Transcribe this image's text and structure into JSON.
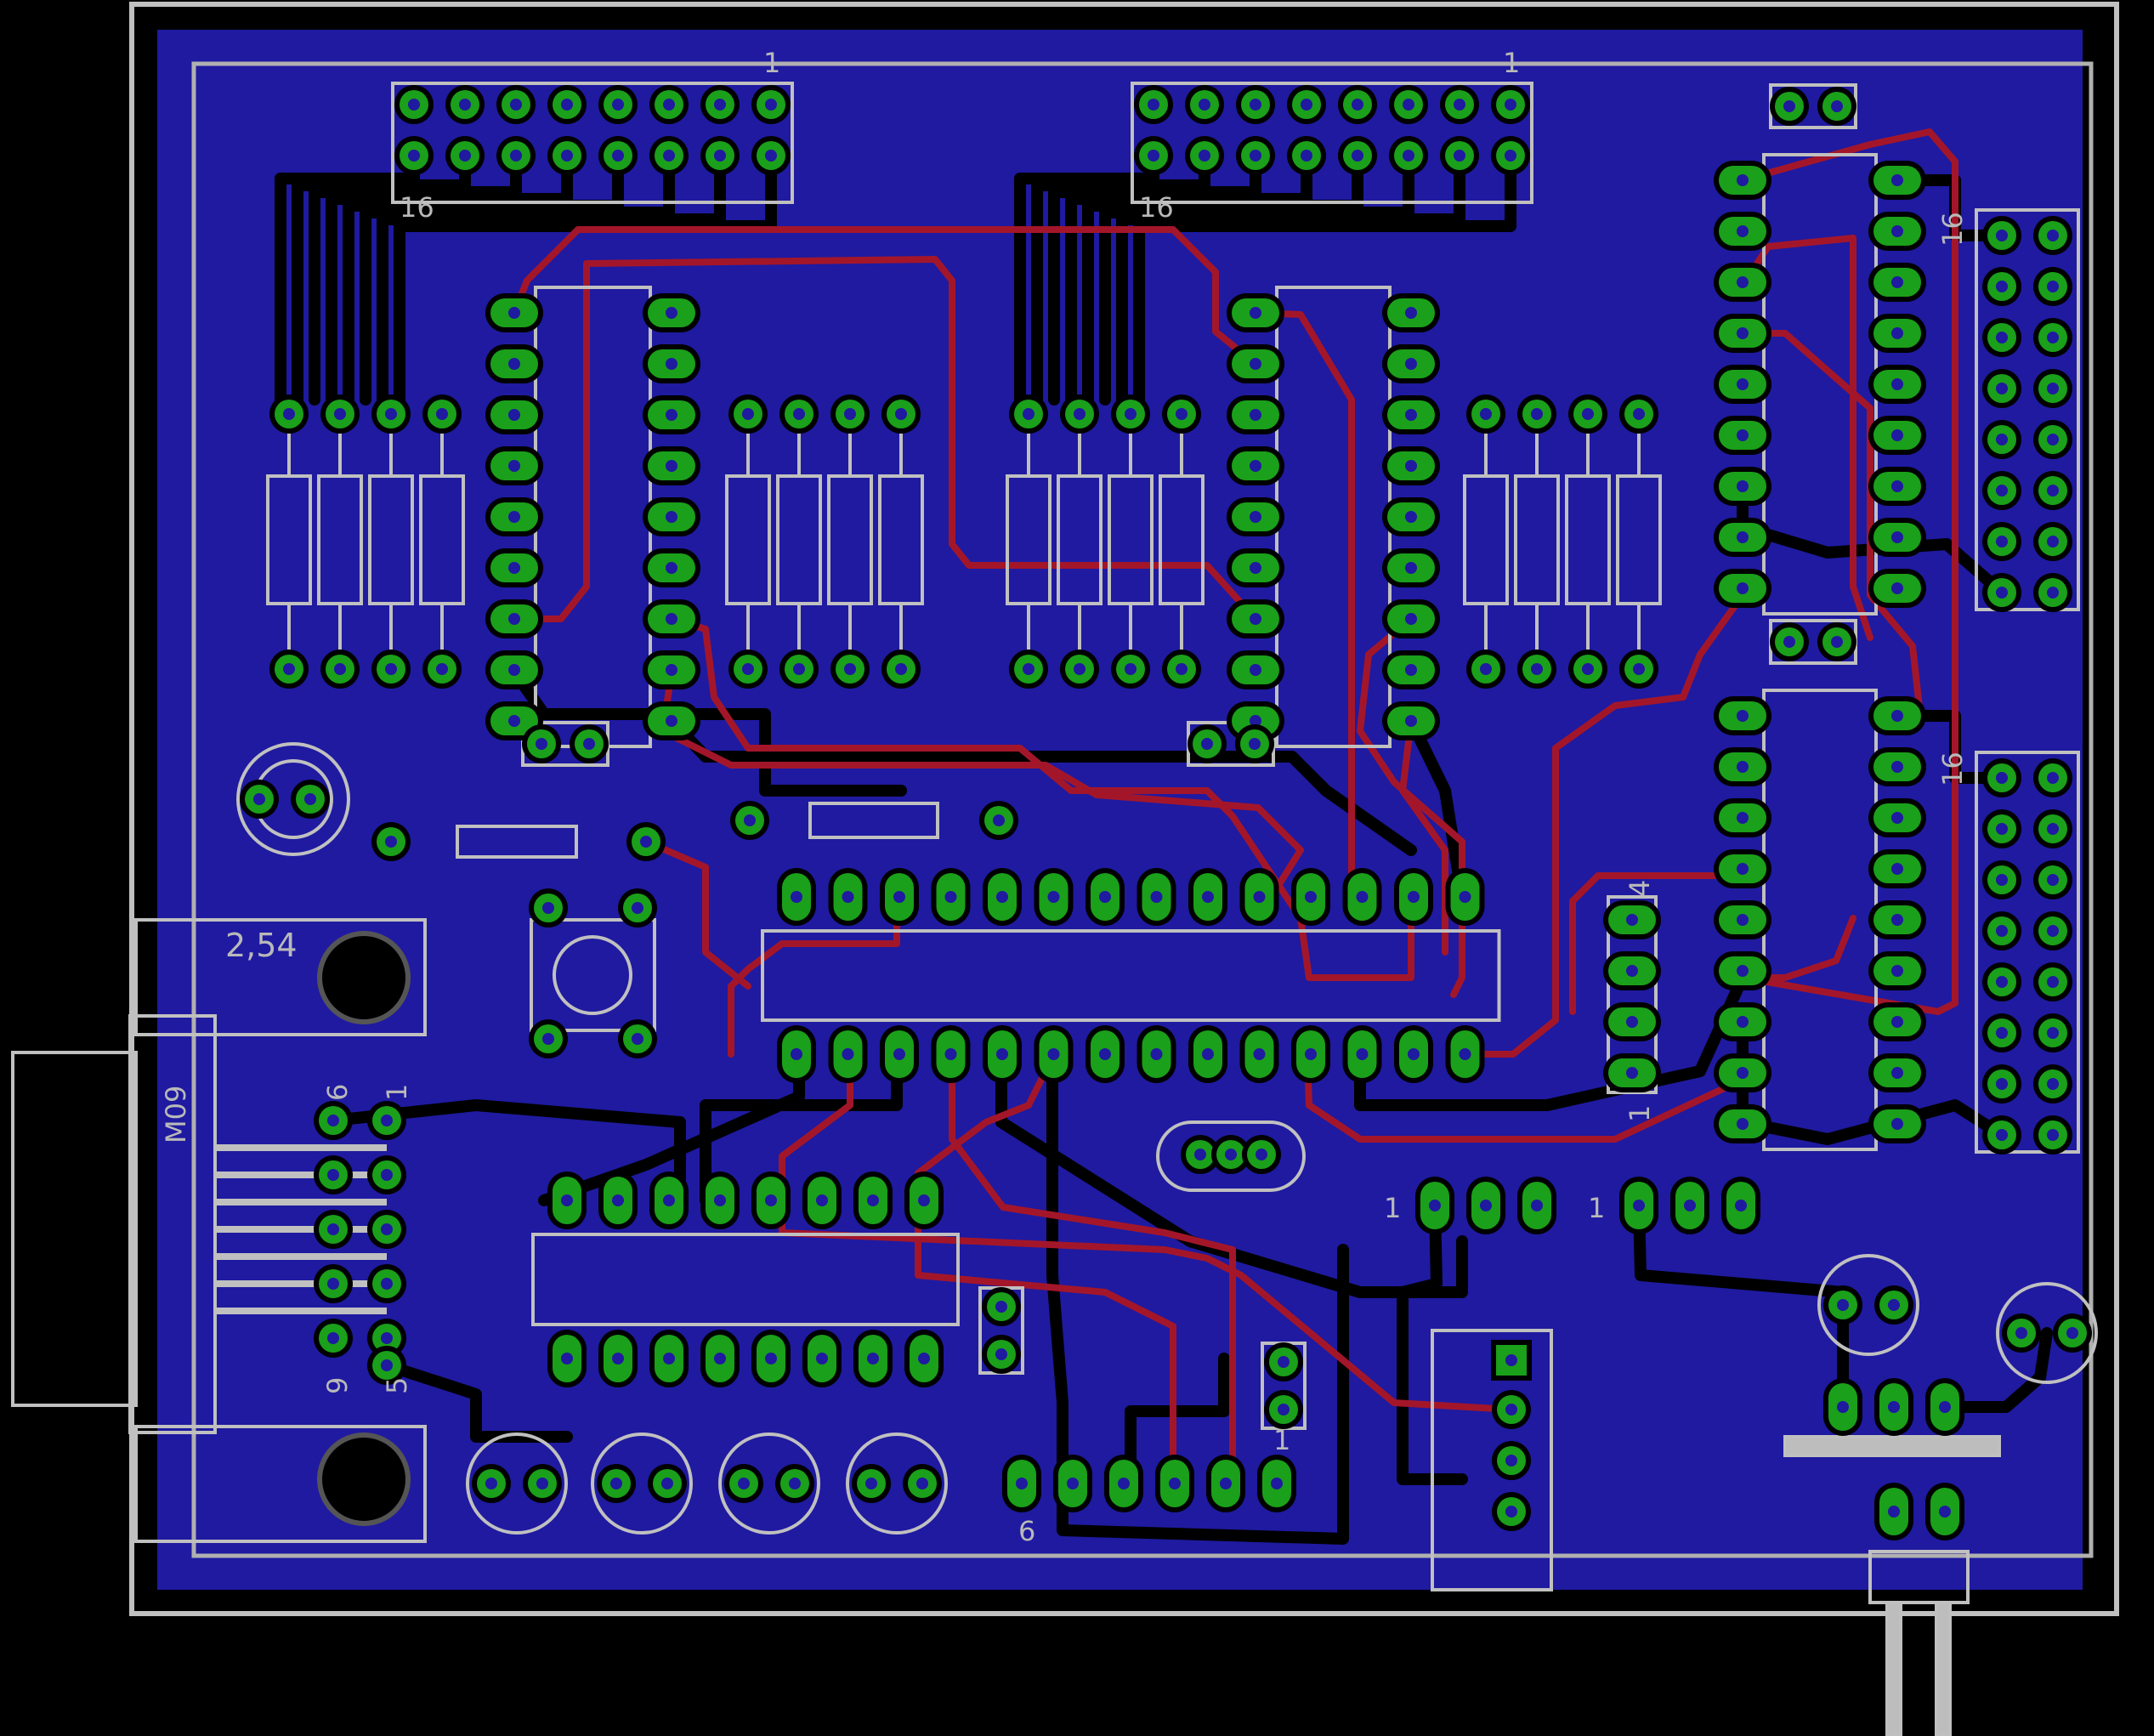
{
  "board": {
    "background": "#000000",
    "copper_fill": "#1f1aa0",
    "outline": "#c0c0c0",
    "trace_bottom": "#000000",
    "trace_top": "#a3162a",
    "pad": "#1aa01a",
    "drill": "#1f1aa0"
  },
  "labels": {
    "header1_pin1": "1",
    "header1_pin16": "16",
    "header2_pin1": "1",
    "header2_pin16": "16",
    "conn_top_right_16": "16",
    "conn_bot_right_16": "16",
    "hole_spacing": "2,54",
    "sub_d_name": "M09",
    "sub_d_pin6": "6",
    "sub_d_pin1": "1",
    "sub_d_pin9": "9",
    "sub_d_pin5": "5",
    "header_small_4": "4",
    "header_small_1": "1",
    "jumper_a_1": "1",
    "jumper_b_1": "1",
    "isp_6": "6",
    "isp_1": "1"
  }
}
